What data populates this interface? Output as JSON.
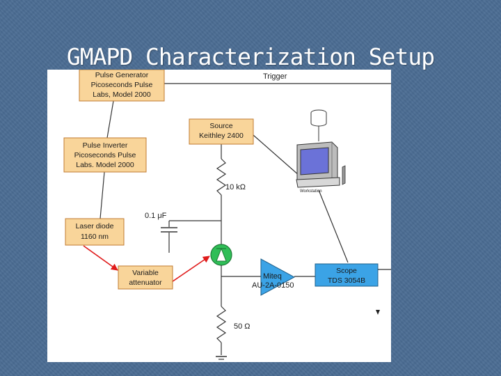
{
  "slide": {
    "title": "GMAPD Characterization Setup"
  },
  "diagram": {
    "pulse_generator": [
      "Pulse Generator",
      "Picoseconds Pulse",
      "Labs, Model 2000"
    ],
    "trigger_label": "Trigger",
    "source": [
      "Source",
      "Keithley 2400"
    ],
    "pulse_inverter": [
      "Pulse Inverter",
      "Picoseconds Pulse",
      "Labs. Model 2000"
    ],
    "resistor_top": "10 kΩ",
    "workstation_label": "Workstation",
    "capacitor_label": "0.1 μF",
    "laser_diode": [
      "Laser diode",
      "1160 nm"
    ],
    "attenuator": [
      "Variable",
      "attenuator"
    ],
    "amplifier": [
      "Miteq",
      "AU-2A-0150"
    ],
    "scope": [
      "Scope",
      "TDS 3054B"
    ],
    "resistor_bottom": "50 Ω"
  },
  "colors": {
    "box_fill": "#f9d59a",
    "box_stroke": "#c07a30",
    "scope_fill": "#3ba3e6",
    "amp_fill": "#3ba3e6",
    "apd_fill": "#2fbe57",
    "optical_arrow": "#e01b1b",
    "wire": "#333333",
    "background": "#4a6c93"
  }
}
